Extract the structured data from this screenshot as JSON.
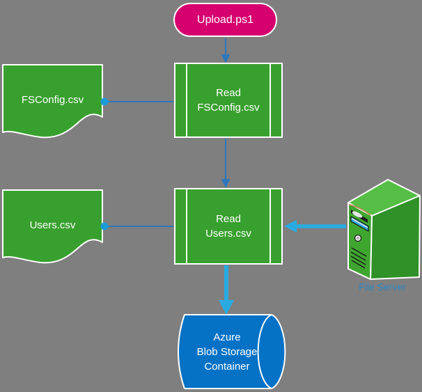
{
  "diagram": {
    "type": "flowchart",
    "background_color": "#7F7F7F",
    "colors": {
      "shape_green": "#38A02E",
      "shape_pink": "#D6006E",
      "shape_azure_blue": "#0572C6",
      "shape_border": "#FFFFFF",
      "connector_thin_blue": "#2E77BB",
      "connector_thick_blue": "#29ABE2",
      "connector_circle_end": "#1D9BD8",
      "server_label_blue": "#2B88C8"
    },
    "nodes": {
      "start": {
        "label": "Upload.ps1",
        "type": "terminator"
      },
      "read_fsconfig": {
        "label": "Read\nFSConfig.csv",
        "type": "predefined-process"
      },
      "fsconfig_doc": {
        "label": "FSConfig.csv",
        "type": "document"
      },
      "read_users": {
        "label": "Read\nUsers.csv",
        "type": "predefined-process"
      },
      "users_doc": {
        "label": "Users.csv",
        "type": "document"
      },
      "file_server": {
        "label": "File Server",
        "type": "server-tower-icon"
      },
      "blob": {
        "label": "Azure\nBlob Storage\nContainer",
        "type": "direct-access-storage"
      }
    },
    "edges": [
      {
        "from": "start",
        "to": "read_fsconfig",
        "style": "thin-arrow-down"
      },
      {
        "from": "read_fsconfig",
        "to": "fsconfig_doc",
        "style": "thin-line-circle-terminator"
      },
      {
        "from": "read_fsconfig",
        "to": "read_users",
        "style": "thin-arrow-down"
      },
      {
        "from": "read_users",
        "to": "users_doc",
        "style": "thin-line-circle-terminator"
      },
      {
        "from": "file_server",
        "to": "read_users",
        "style": "thick-arrow-left"
      },
      {
        "from": "read_users",
        "to": "blob",
        "style": "thick-arrow-down"
      }
    ]
  }
}
